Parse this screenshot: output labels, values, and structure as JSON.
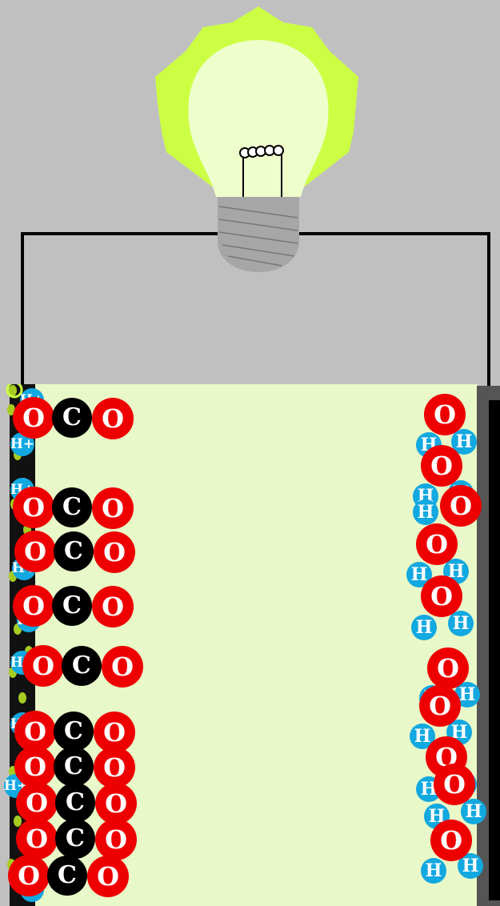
{
  "colors": {
    "background": "#c0c0c0",
    "solution": "#e8f8c8",
    "oxygen": "#ee0000",
    "carbon": "#000000",
    "hydrogen": "#12a8e0",
    "bulb_glow": "#ccff44",
    "bulb_glass": "#eeffcc",
    "bulb_base": "#a6a6a6",
    "wire": "#000000",
    "anode_growth": "#a6cc22"
  },
  "symbols": {
    "oxygen": "O",
    "carbon": "C",
    "hydrogen": "H",
    "hydrogen_ion": "H+"
  },
  "icons": {
    "bulb": "light-bulb-icon"
  },
  "molecules": {
    "carbon_dioxide": {
      "count": 10,
      "label": "CO2",
      "atoms": [
        "O",
        "C",
        "O"
      ]
    },
    "water": {
      "count": 10,
      "label": "H2O",
      "atoms": [
        "O",
        "H",
        "H"
      ]
    },
    "hydrogen_ion": {
      "count": 9,
      "label": "H+"
    }
  }
}
